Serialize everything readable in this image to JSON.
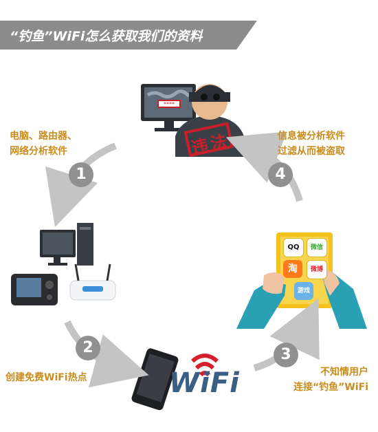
{
  "header": {
    "title": "“钓鱼”WiFi怎么获取我们的资料"
  },
  "steps": [
    {
      "number": "1",
      "caption_lines": [
        "电脑、路由器、",
        "网络分析软件"
      ]
    },
    {
      "number": "2",
      "caption_lines": [
        "创建免费WiFi热点"
      ]
    },
    {
      "number": "3",
      "caption_lines": [
        "不知情用户",
        "连接“钓鱼”WiFi"
      ]
    },
    {
      "number": "4",
      "caption_lines": [
        "信息被分析软件",
        "过滤从而被盗取"
      ]
    }
  ],
  "illustrations": {
    "hacker_stamp": "违法",
    "wifi_logo": "WiFi",
    "app_icons": [
      "QQ",
      "微信",
      "淘",
      "微博",
      "游戏"
    ]
  },
  "colors": {
    "banner": "#8c8c8c",
    "caption": "#c98c1d",
    "stamp": "#c8202a",
    "arrow": "#c4c4c4",
    "number_circle": "#909090"
  }
}
